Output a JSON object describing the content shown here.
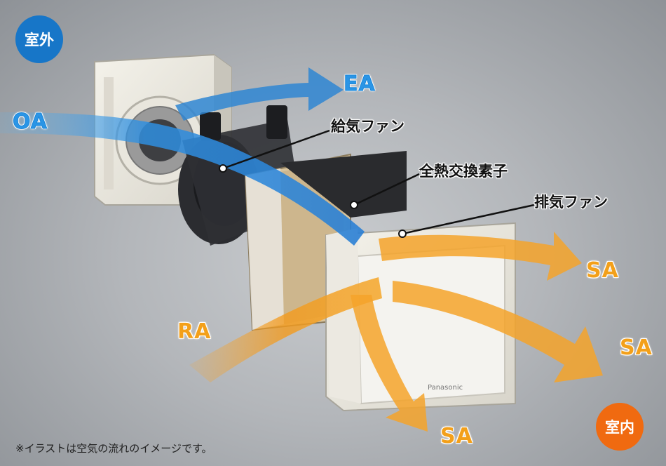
{
  "badges": {
    "outdoor": "室外",
    "indoor": "室内"
  },
  "flows": {
    "oa": "OA",
    "ea": "EA",
    "ra": "RA",
    "sa": "SA"
  },
  "callouts": {
    "supply_fan": "給気ファン",
    "heat_exchanger": "全熱交換素子",
    "exhaust_fan": "排気ファン"
  },
  "brand": "Panasonic",
  "footnote": "※イラストは空気の流れのイメージです。",
  "colors": {
    "outdoor_badge": "#1776c8",
    "indoor_badge": "#f06a10",
    "fresh_air_flow": "#2a95e6",
    "room_air_flow": "#f3a01a"
  }
}
